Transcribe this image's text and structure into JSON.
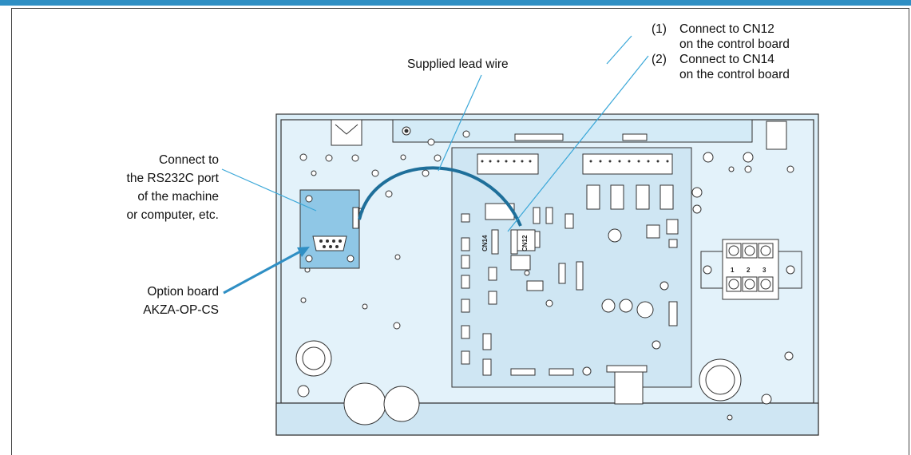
{
  "labels": {
    "lead_wire": "Supplied lead wire",
    "callout_1_num": "(1)",
    "callout_1_line1": "Connect to CN12",
    "callout_1_line2": "on the control board",
    "callout_2_num": "(2)",
    "callout_2_line1": "Connect to CN14",
    "callout_2_line2": "on the control board",
    "connect_line1": "Connect to",
    "connect_line2": "the RS232C port",
    "connect_line3": "of the machine",
    "connect_line4": "or computer, etc.",
    "option_line1": "Option board",
    "option_line2": "AKZA-OP-CS"
  },
  "board_markings": {
    "cn14": "CN14",
    "cn12": "CN12",
    "terminal_1": "1",
    "terminal_2": "2",
    "terminal_3": "3"
  },
  "colors": {
    "accent": "#2f8fc4",
    "panel_fill": "#dbeef8",
    "wire": "#1e6f9a",
    "option_board": "#8fc7e6",
    "leader_line": "#3aa7d8"
  }
}
